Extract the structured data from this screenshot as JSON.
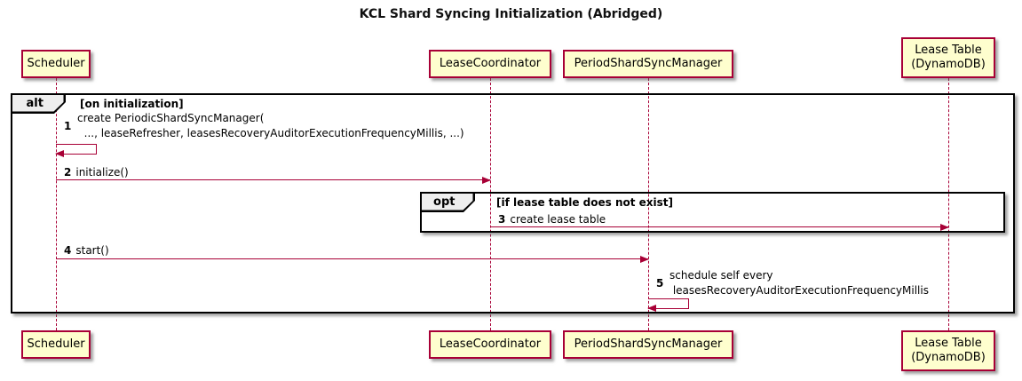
{
  "title": "KCL Shard Syncing Initialization (Abridged)",
  "participants": [
    {
      "name": "Scheduler"
    },
    {
      "name": "LeaseCoordinator"
    },
    {
      "name": "PeriodShardSyncManager"
    },
    {
      "name": "Lease Table\n(DynamoDB)"
    }
  ],
  "frames": [
    {
      "keyword": "alt",
      "condition": "[on initialization]"
    },
    {
      "keyword": "opt",
      "condition": "[if lease table does not exist]"
    }
  ],
  "messages": [
    {
      "seq": "1",
      "text": "create PeriodicShardSyncManager(\n  ..., leaseRefresher, leasesRecoveryAuditorExecutionFrequencyMillis, ...)",
      "from": "Scheduler",
      "to": "Scheduler",
      "type": "self"
    },
    {
      "seq": "2",
      "text": "initialize()",
      "from": "Scheduler",
      "to": "LeaseCoordinator",
      "type": "solid"
    },
    {
      "seq": "3",
      "text": "create lease table",
      "from": "LeaseCoordinator",
      "to": "Lease Table (DynamoDB)",
      "type": "solid"
    },
    {
      "seq": "4",
      "text": "start()",
      "from": "Scheduler",
      "to": "PeriodShardSyncManager",
      "type": "solid"
    },
    {
      "seq": "5",
      "text": "schedule self every\n leasesRecoveryAuditorExecutionFrequencyMillis",
      "from": "PeriodShardSyncManager",
      "to": "PeriodShardSyncManager",
      "type": "self"
    }
  ],
  "colors": {
    "background": "#FFFFFF",
    "participant_fill": "#FEFECE",
    "participant_border": "#A80036",
    "arrow": "#A80036",
    "lifeline": "#A80036",
    "frame_border": "#000000",
    "frame_label_fill": "#EEEEEE"
  }
}
